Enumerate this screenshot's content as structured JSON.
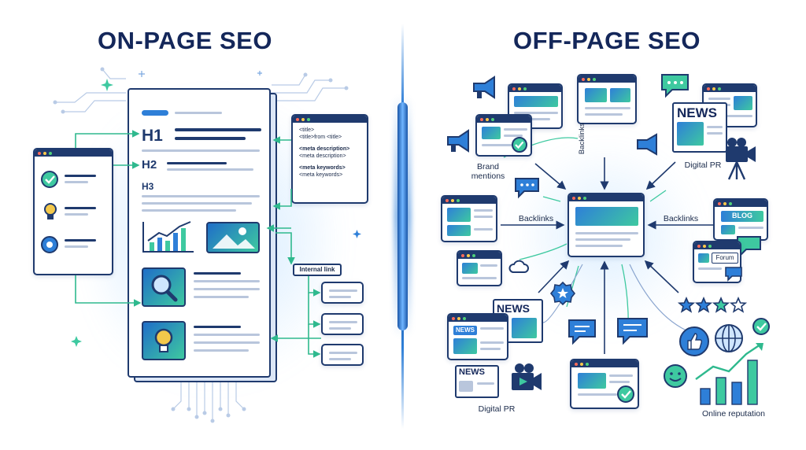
{
  "left": {
    "title": "ON-PAGE SEO",
    "h1": "H1",
    "h2": "H2",
    "h3": "H3",
    "meta_code": {
      "title_tag": "<title>",
      "title_from": "<title>from <title>",
      "meta_desc": "<meta description>",
      "meta_desc_small": "<meta description>",
      "meta_kw": "<meta keywords>",
      "meta_kw_small": "<meta keywords>"
    },
    "internal_link": "Internal link"
  },
  "right": {
    "title": "OFF-PAGE SEO",
    "brand_mentions": "Brand\nmentions",
    "backlinks_top": "Backlinks",
    "backlinks_left": "Backlinks",
    "backlinks_right": "Backlinks",
    "digital_pr_top": "Digital PR",
    "digital_pr_bottom": "Digital PR",
    "news_1": "NEWS",
    "news_2": "NEWS",
    "news_3": "NEWS",
    "news_4": "NEWS",
    "blog": "BLOG",
    "forum": "Forum",
    "online_reputation": "Online reputation"
  },
  "colors": {
    "navy": "#1f3a6e",
    "blue": "#2e7fd8",
    "green": "#3ec9a0",
    "title": "#14275a"
  }
}
